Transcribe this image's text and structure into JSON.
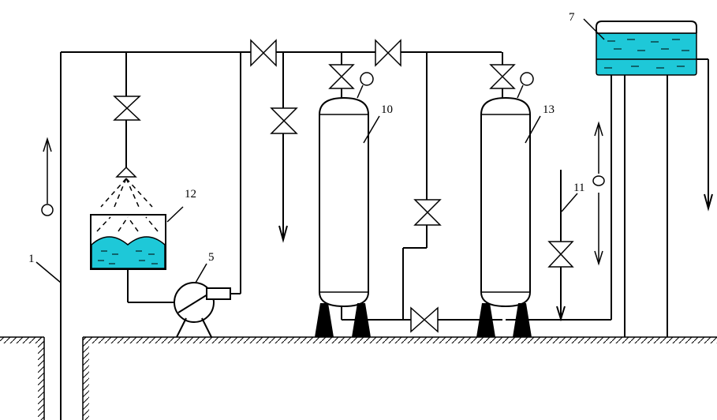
{
  "labels": {
    "l1": "1",
    "l5": "5",
    "l7": "7",
    "l10": "10",
    "l11": "11",
    "l12": "12",
    "l13": "13"
  }
}
